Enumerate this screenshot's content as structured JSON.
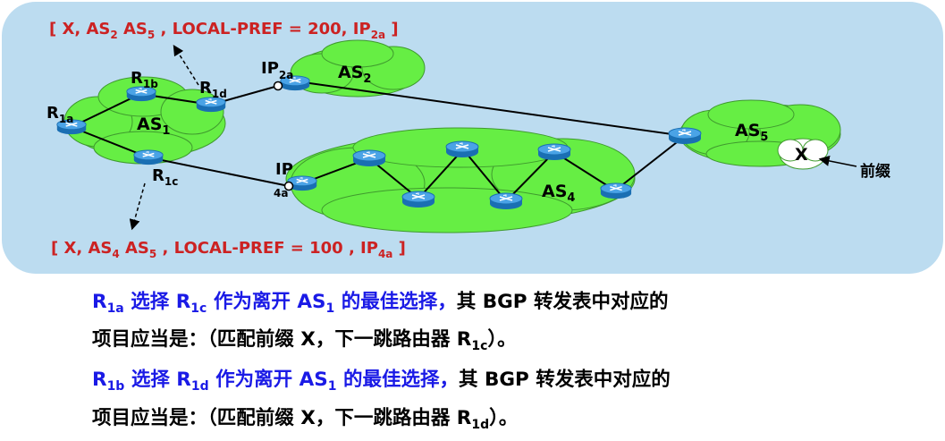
{
  "diagram": {
    "annotation_top": {
      "pre": "[ X, AS",
      "s1": "2",
      "mid1": " AS",
      "s2": "5",
      "mid2": " , LOCAL-PREF = 200, IP",
      "s3": "2a",
      "post": " ]"
    },
    "annotation_bottom": {
      "pre": "[ X, AS",
      "s1": "4",
      "mid1": " AS",
      "s2": "5",
      "mid2": " , LOCAL-PREF = 100 , IP",
      "s3": "4a",
      "post": " ]"
    },
    "as1": {
      "base": "AS",
      "sub": "1"
    },
    "as2": {
      "base": "AS",
      "sub": "2"
    },
    "as4": {
      "base": "AS",
      "sub": "4"
    },
    "as5": {
      "base": "AS",
      "sub": "5"
    },
    "r1a": {
      "base": "R",
      "sub": "1a"
    },
    "r1b": {
      "base": "R",
      "sub": "1b"
    },
    "r1c": {
      "base": "R",
      "sub": "1c"
    },
    "r1d": {
      "base": "R",
      "sub": "1d"
    },
    "ip2a": {
      "base": "IP",
      "sub": "2a"
    },
    "ip4a": {
      "base": "IP",
      "sub": "4a"
    },
    "prefix_x": "X",
    "prefix_label": "前缀"
  },
  "captions": [
    {
      "blue": {
        "r": "R",
        "rs": "1a",
        "t1": " 选择 R",
        "rs2": "1c",
        "t2": " 作为离开 AS",
        "as": "1",
        "t3": " 的最佳选择，"
      },
      "black": "其 BGP 转发表中对应的",
      "line2": {
        "t": "项目应当是：（匹配前缀 X，下一跳路由器 R",
        "sub": "1c",
        "end": "）。"
      }
    },
    {
      "blue": {
        "r": "R",
        "rs": "1b",
        "t1": " 选择 R",
        "rs2": "1d",
        "t2": " 作为离开 AS",
        "as": "1",
        "t3": " 的最佳选择，"
      },
      "black": "其 BGP 转发表中对应的",
      "line2": {
        "t": "项目应当是：（匹配前缀 X，下一跳路由器 R",
        "sub": "1d",
        "end": "）。"
      }
    }
  ]
}
